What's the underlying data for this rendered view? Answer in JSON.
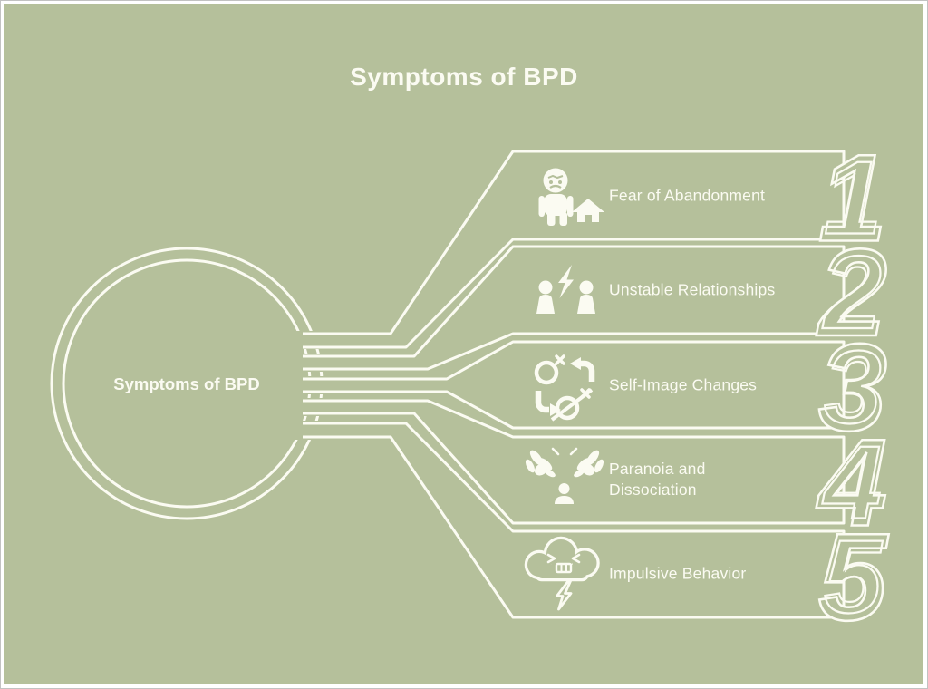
{
  "title": "Symptoms of BPD",
  "hub": {
    "label": "Symptoms of BPD"
  },
  "items": [
    {
      "number": "1",
      "label": "Fear of Abandonment",
      "icon": "person-leaving-home-icon"
    },
    {
      "number": "2",
      "label": "Unstable Relationships",
      "icon": "people-conflict-icon"
    },
    {
      "number": "3",
      "label": "Self-Image Changes",
      "icon": "identity-change-icon"
    },
    {
      "number": "4",
      "label": "Paranoia and\nDissociation",
      "icon": "looming-hands-person-icon"
    },
    {
      "number": "5",
      "label": "Impulsive Behavior",
      "icon": "angry-storm-cloud-icon"
    }
  ],
  "colors": {
    "background": "#b5c09b",
    "line": "#fbfbf2",
    "frame_border": "#c2c2c2"
  }
}
